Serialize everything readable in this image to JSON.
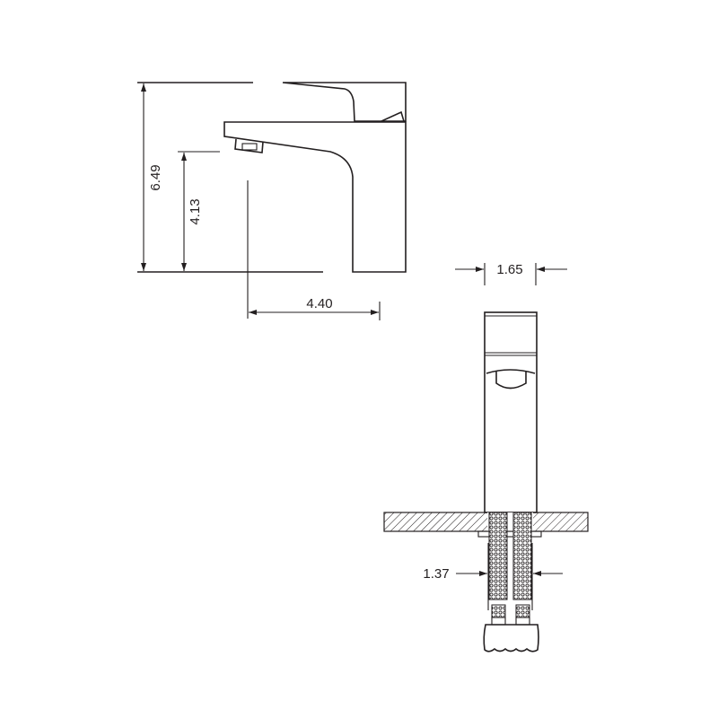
{
  "dimensions": {
    "total_height": "6.49",
    "spout_height": "4.13",
    "spout_reach": "4.40",
    "body_width": "1.65",
    "hose_spacing": "1.37"
  },
  "colors": {
    "line": "#231f20",
    "background": "#ffffff"
  }
}
